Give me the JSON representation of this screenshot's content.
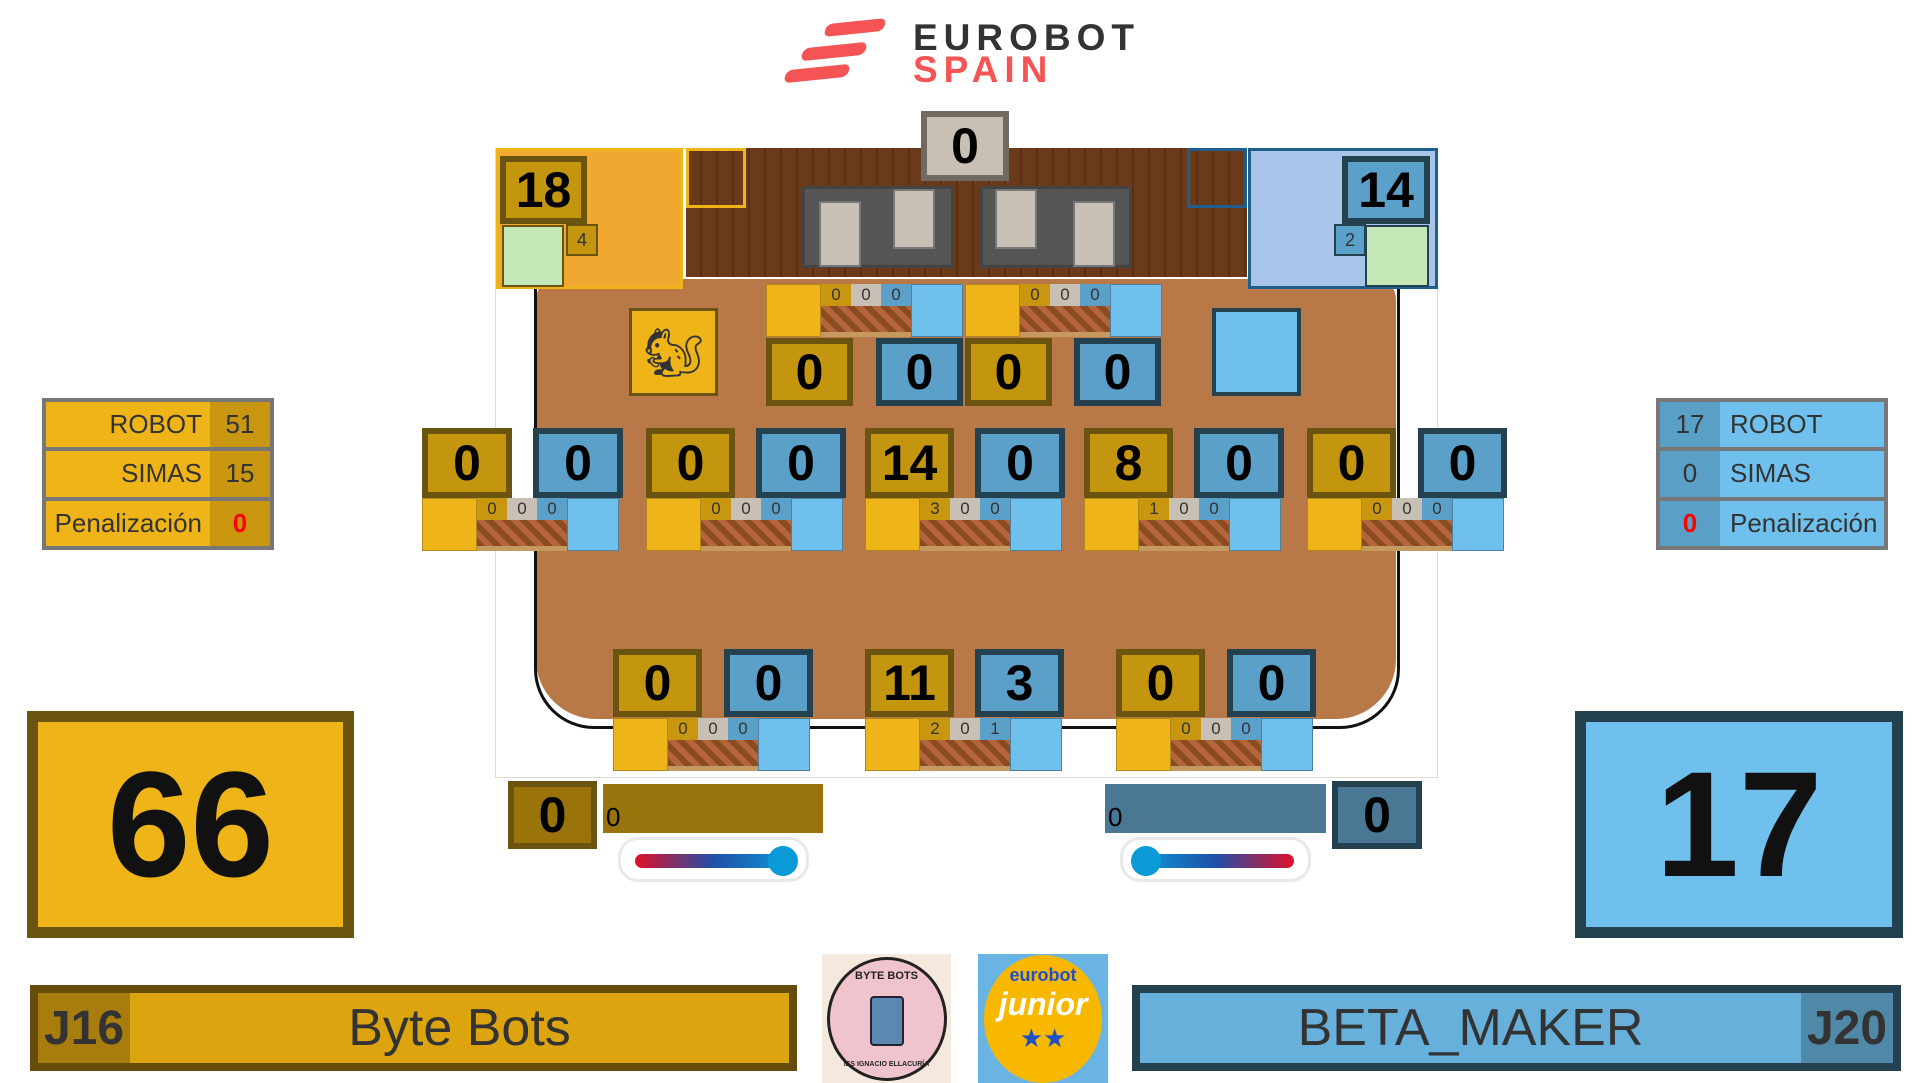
{
  "header": {
    "logo_line1": "EUROBOT",
    "logo_line2": "SPAIN"
  },
  "yellow": {
    "stats": [
      {
        "label": "ROBOT",
        "value": "51"
      },
      {
        "label": "SIMAS",
        "value": "15"
      },
      {
        "label": "Penalización",
        "value": "0"
      }
    ],
    "total": "66",
    "team_id": "J16",
    "team_name": "Byte Bots",
    "nest_score": "18",
    "nest_count": "4",
    "bonus_box": "0",
    "bar_value": "0"
  },
  "blue": {
    "stats": [
      {
        "label": "ROBOT",
        "value": "17"
      },
      {
        "label": "SIMAS",
        "value": "0"
      },
      {
        "label": "Penalización",
        "value": "0"
      }
    ],
    "total": "17",
    "team_id": "J20",
    "team_name": "BETA_MAKER",
    "nest_score": "14",
    "nest_count": "2",
    "bonus_box": "0",
    "bar_value": "0"
  },
  "field": {
    "center_top": "0",
    "top_boxes": [
      "0",
      "0",
      "0",
      "0"
    ],
    "top_strips": [
      [
        "0",
        "0",
        "0"
      ],
      [
        "0",
        "0",
        "0"
      ]
    ],
    "mid_boxes": [
      "0",
      "0",
      "0",
      "0",
      "14",
      "0",
      "8",
      "0",
      "0",
      "0"
    ],
    "mid_strips": [
      [
        "0",
        "0",
        "0"
      ],
      [
        "0",
        "0",
        "0"
      ],
      [
        "3",
        "0",
        "0"
      ],
      [
        "1",
        "0",
        "0"
      ],
      [
        "0",
        "0",
        "0"
      ]
    ],
    "bottom_boxes": [
      "0",
      "0",
      "11",
      "3",
      "0",
      "0"
    ],
    "bottom_strips": [
      [
        "0",
        "0",
        "0"
      ],
      [
        "2",
        "0",
        "1"
      ],
      [
        "0",
        "0",
        "0"
      ]
    ]
  },
  "logos": {
    "left": "BYTE BOTS",
    "left_sub": "IES IGNACIO ELLACURÍA",
    "right_1": "eurobot",
    "right_2": "junior"
  },
  "colors": {
    "yellow": "#efb418",
    "yellow_dark": "#c4960f",
    "blue": "#6fc0ec",
    "blue_dark": "#5ba0c8"
  }
}
